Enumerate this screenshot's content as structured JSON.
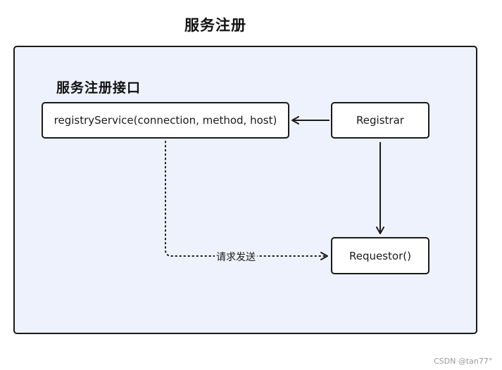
{
  "diagram": {
    "title": "服务注册",
    "section_title": "服务注册接口",
    "nodes": {
      "registry_service": "registryService(connection, method, host)",
      "registrar": "Registrar",
      "requestor": "Requestor()"
    },
    "edges": [
      {
        "from": "Registrar",
        "to": "registryService(connection, method, host)",
        "style": "solid"
      },
      {
        "from": "Registrar",
        "to": "Requestor()",
        "style": "solid"
      },
      {
        "from": "registryService(connection, method, host)",
        "to": "Requestor()",
        "style": "dotted",
        "label": "请求发送"
      }
    ],
    "edge_label": "请求发送"
  },
  "watermark": "CSDN @tan77°",
  "colors": {
    "panel_fill": "#eef2fc",
    "border": "#1a1a1a",
    "node_fill": "#ffffff",
    "watermark": "#9a9a9a"
  }
}
